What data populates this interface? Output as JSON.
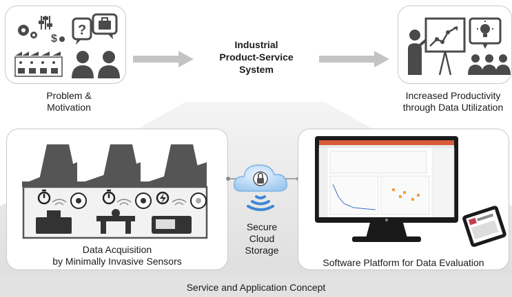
{
  "problem": {
    "label_line1": "Problem &",
    "label_line2": "Motivation"
  },
  "system": {
    "line1": "Industrial",
    "line2": "Product-Service",
    "line3": "System"
  },
  "outcome": {
    "label_line1": "Increased Productivity",
    "label_line2": "through Data Utilization"
  },
  "acquisition": {
    "label_line1": "Data Acquisition",
    "label_line2": "by Minimally Invasive Sensors"
  },
  "cloud": {
    "line1": "Secure",
    "line2": "Cloud",
    "line3": "Storage"
  },
  "platform": {
    "label": "Software Platform for Data Evaluation"
  },
  "footer": {
    "label": "Service and Application Concept"
  },
  "colors": {
    "icon_dark": "#4a4a4a",
    "arrow_gray": "#c4c4c4",
    "cloud_blue": "#3e86d6",
    "lock_gray": "#555555",
    "band_gray": "#e6e6e6"
  }
}
